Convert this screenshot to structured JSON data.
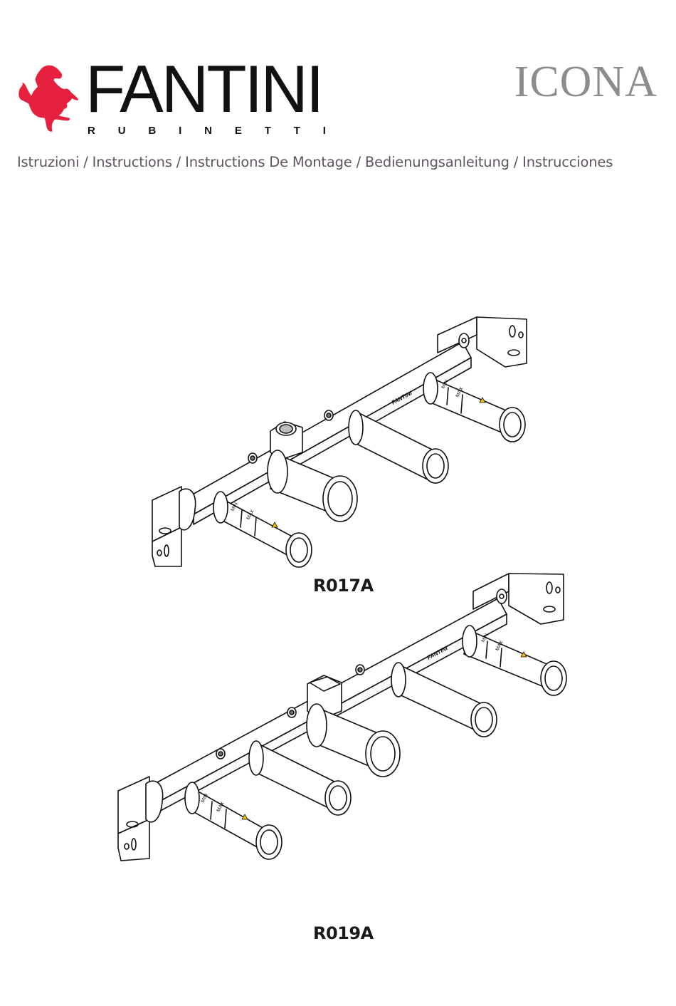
{
  "header": {
    "brand": {
      "name": "FANTINI",
      "tagline_letters": [
        "R",
        "U",
        "B",
        "I",
        "N",
        "E",
        "T",
        "T",
        "I"
      ],
      "logo_icon": "rearing-horse-icon",
      "logo_color": "#e5213f"
    },
    "series_name": "ICONA",
    "series_color": "#8c8c8c"
  },
  "subtitle": "Istruzioni / Instructions / Instructions De Montage / Bedienungsanleitung / Instrucciones",
  "figures": [
    {
      "model": "R017A",
      "outlets": 4,
      "labels": {
        "min": "MIN",
        "max": "MAX",
        "brand_stamp": "FANTINI"
      }
    },
    {
      "model": "R019A",
      "outlets": 5,
      "labels": {
        "min": "MIN",
        "max": "MAX",
        "brand_stamp": "FANTINI"
      }
    }
  ]
}
